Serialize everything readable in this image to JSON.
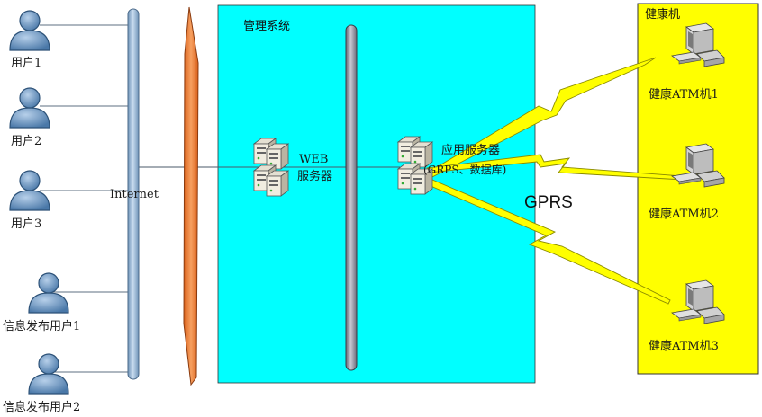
{
  "users": [
    {
      "label": "用户1"
    },
    {
      "label": "用户2"
    },
    {
      "label": "用户3"
    },
    {
      "label": "信息发布用户1"
    },
    {
      "label": "信息发布用户2"
    }
  ],
  "internet": {
    "label": "Internet"
  },
  "management": {
    "title": "管理系统"
  },
  "web_server": {
    "line1": "WEB",
    "line2": "服务器"
  },
  "app_server": {
    "line1": "应用服务器",
    "line2": "(GRPS、数据库)"
  },
  "gprs": {
    "label": "GPRS"
  },
  "health": {
    "title": "健康机",
    "machines": [
      {
        "label": "健康ATM机1"
      },
      {
        "label": "健康ATM机2"
      },
      {
        "label": "健康ATM机3"
      }
    ]
  },
  "colors": {
    "management_bg": "#00FFFF",
    "health_bg": "#FFFF00",
    "firewall": "#F07A30",
    "backbone": "#8FB3D6",
    "lightning": "#FFFF00"
  }
}
